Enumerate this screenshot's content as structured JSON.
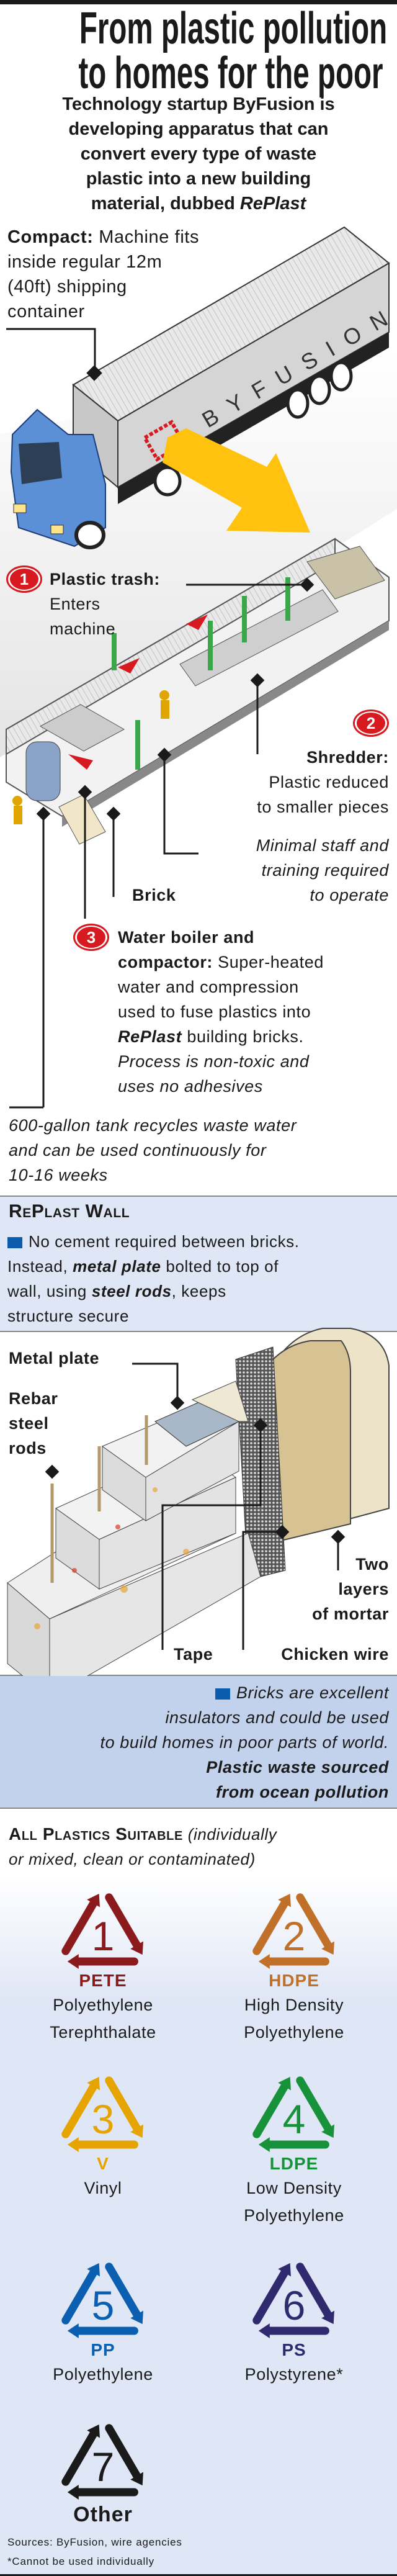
{
  "header": {
    "title_lines": [
      "From plastic pollution",
      "to homes for the poor"
    ],
    "subtitle_lines": [
      "Technology startup ByFusion is",
      "developing apparatus that can",
      "convert every type of waste",
      "plastic into a new building",
      "material, dubbed"
    ],
    "subtitle_emph": "RePlast"
  },
  "truck": {
    "label_bold": "Compact:",
    "label_lines": [
      "Machine fits",
      "inside regular 12m",
      "(40ft) shipping",
      "container"
    ],
    "container_brand": "BYFUSION"
  },
  "steps": [
    {
      "number": "1",
      "title": "Plastic trash:",
      "lines": [
        "Enters",
        "machine"
      ]
    },
    {
      "number": "2",
      "title": "Shredder:",
      "lines": [
        "Plastic reduced",
        "to smaller pieces"
      ]
    },
    {
      "number": "3",
      "title_lines": [
        "Water boiler and",
        "compactor:"
      ],
      "line1_rest": "Super-heated",
      "lines": [
        "water and compression",
        "used to fuse plastics into"
      ],
      "emph": "RePlast",
      "emph_rest": "building bricks.",
      "italic_lines": [
        "Process is non-toxic and",
        "uses no adhesives"
      ]
    }
  ],
  "notes": {
    "staff_lines": [
      "Minimal staff and",
      "training required",
      "to operate"
    ],
    "brick": "Brick",
    "tank_lines": [
      "600-gallon tank recycles waste water",
      "and can be used continuously for",
      "10-16 weeks"
    ]
  },
  "wall": {
    "heading": "RePlast Wall",
    "line1": "No cement required between bricks.",
    "line2_pre": "Instead,",
    "line2_emph": "metal plate",
    "line2_post": "bolted to top of",
    "line3_pre": "wall, using",
    "line3_emph": "steel rods",
    "line3_post": ", keeps",
    "line4": "structure secure",
    "labels": {
      "metal_plate": "Metal plate",
      "rebar": [
        "Rebar",
        "steel",
        "rods"
      ],
      "mortar": [
        "Two",
        "layers",
        "of mortar"
      ],
      "tape": "Tape",
      "chicken_wire": "Chicken wire"
    },
    "info_lines": [
      "Bricks are excellent",
      "insulators and could be used",
      "to build homes in poor parts of world."
    ],
    "info_bold_lines": [
      "Plastic waste sourced",
      "from ocean pollution"
    ]
  },
  "plastics": {
    "heading": "All Plastics Suitable",
    "heading_note_lines": [
      "(individually",
      "or mixed, clean or contaminated)"
    ],
    "items": [
      {
        "number": "1",
        "code": "PETE",
        "name_lines": [
          "Polyethylene",
          "Terephthalate"
        ],
        "color": "#8b1a1d"
      },
      {
        "number": "2",
        "code": "HDPE",
        "name_lines": [
          "High Density",
          "Polyethylene"
        ],
        "color": "#c07028"
      },
      {
        "number": "3",
        "code": "V",
        "name_lines": [
          "Vinyl"
        ],
        "color": "#e5a400"
      },
      {
        "number": "4",
        "code": "LDPE",
        "name_lines": [
          "Low Density",
          "Polyethylene"
        ],
        "color": "#18923a"
      },
      {
        "number": "5",
        "code": "PP",
        "name_lines": [
          "Polyethylene"
        ],
        "color": "#0a5fb0"
      },
      {
        "number": "6",
        "code": "PS",
        "name_lines": [
          "Polystyrene*"
        ],
        "color": "#2f2a6e"
      },
      {
        "number": "7",
        "code": "Other",
        "name_lines": [],
        "color": "#1a1a1a"
      }
    ]
  },
  "footer": {
    "sources": "Sources: ByFusion, wire agencies",
    "footnote": "*Cannot be used individually"
  },
  "colors": {
    "accent_red": "#d71920",
    "bullet_blue": "#0b5cad",
    "arrow_yellow": "#ffc20e",
    "truck_blue": "#5b8fd6"
  }
}
